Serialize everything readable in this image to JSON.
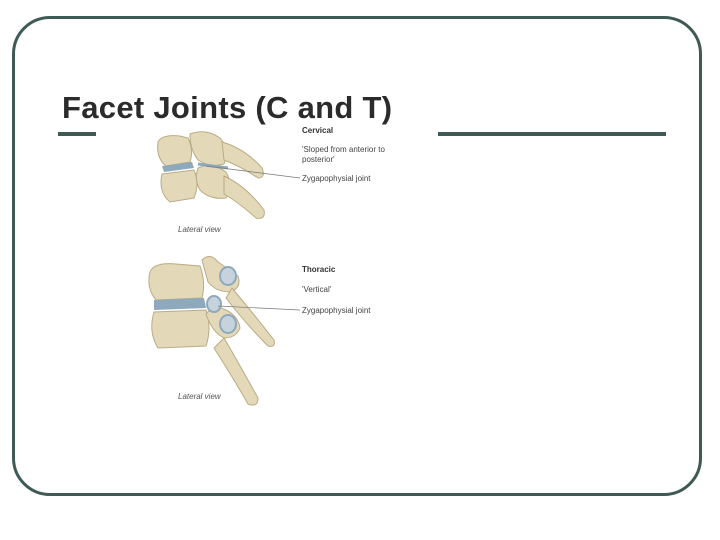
{
  "slide": {
    "title": "Facet Joints (C and T)"
  },
  "cervical": {
    "heading": "Cervical",
    "orientation": "'Sloped from anterior to posterior'",
    "joint_label": "Zygapophysial joint",
    "view_caption": "Lateral view"
  },
  "thoracic": {
    "heading": "Thoracic",
    "orientation": "'Vertical'",
    "joint_label": "Zygapophysial joint",
    "view_caption": "Lateral view"
  },
  "colors": {
    "frame": "#3f5a55",
    "bone": "#e3d9b8",
    "bone_shadow": "#b9ab84",
    "disc": "#8fa9bc",
    "leader": "#777777"
  }
}
